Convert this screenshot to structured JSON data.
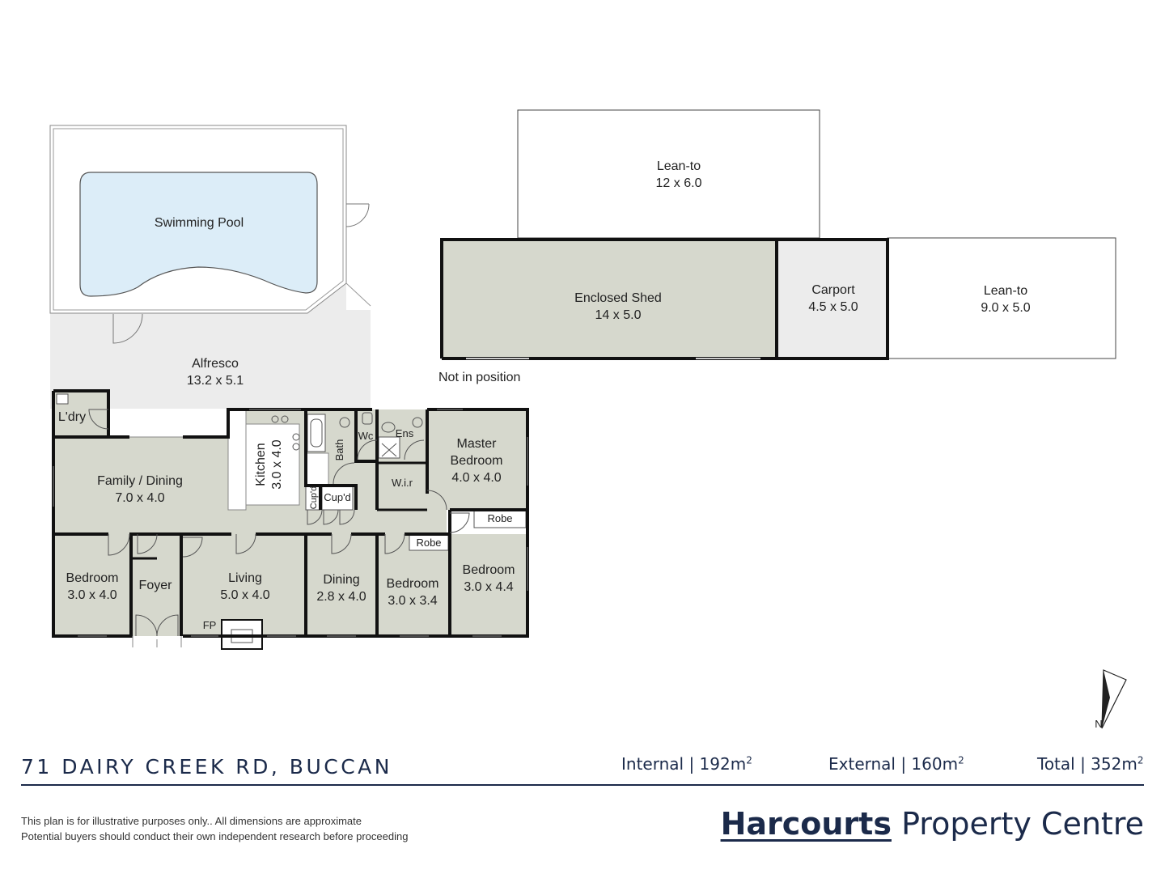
{
  "rooms": {
    "swimming_pool": {
      "name": "Swimming Pool"
    },
    "alfresco": {
      "name": "Alfresco",
      "dims": "13.2 x 5.1"
    },
    "laundry": {
      "name": "L'dry"
    },
    "family_dining": {
      "name": "Family / Dining",
      "dims": "7.0 x 4.0"
    },
    "kitchen": {
      "name": "Kitchen",
      "dims": "3.0 x 4.0"
    },
    "bath": {
      "name": "Bath"
    },
    "wc": {
      "name": "Wc"
    },
    "ens": {
      "name": "Ens"
    },
    "wir": {
      "name": "W.i.r"
    },
    "cupd_1": {
      "name": "Cup'd"
    },
    "cupd_2": {
      "name": "Cup'd"
    },
    "master_bedroom": {
      "name_1": "Master",
      "name_2": "Bedroom",
      "dims": "4.0 x 4.0"
    },
    "robe_1": {
      "name": "Robe"
    },
    "robe_2": {
      "name": "Robe"
    },
    "bedroom_1": {
      "name": "Bedroom",
      "dims": "3.0 x 4.0"
    },
    "foyer": {
      "name": "Foyer"
    },
    "living": {
      "name": "Living",
      "dims": "5.0 x 4.0"
    },
    "fireplace": {
      "name": "FP"
    },
    "dining": {
      "name": "Dining",
      "dims": "2.8 x 4.0"
    },
    "bedroom_2": {
      "name": "Bedroom",
      "dims": "3.0 x 3.4"
    },
    "bedroom_3": {
      "name": "Bedroom",
      "dims": "3.0 x 4.4"
    }
  },
  "outbuildings": {
    "lean_to_top": {
      "name": "Lean-to",
      "dims": "12 x 6.0"
    },
    "enclosed_shed": {
      "name": "Enclosed Shed",
      "dims": "14 x 5.0"
    },
    "carport": {
      "name": "Carport",
      "dims": "4.5 x 5.0"
    },
    "lean_to_right": {
      "name": "Lean-to",
      "dims": "9.0 x 5.0"
    },
    "note": "Not in position"
  },
  "compass": {
    "label": "N"
  },
  "footer": {
    "address": "71 DAIRY CREEK RD, BUCCAN",
    "internal_label": "Internal | 192m",
    "external_label": "External | 160m",
    "total_label": "Total | 352m",
    "unit_sup": "2",
    "disclaimer_1": "This plan is for illustrative purposes only.. All dimensions are approximate",
    "disclaimer_2": "Potential buyers should conduct their own independent research before proceeding",
    "brand_bold": "Harcourts",
    "brand_light": "Property Centre"
  },
  "colors": {
    "room_fill": "#d6d8cd",
    "alfresco_fill": "#ececec",
    "pool_water": "#dcedf8",
    "wall": "#111111",
    "brand_navy": "#1b2a4a"
  }
}
